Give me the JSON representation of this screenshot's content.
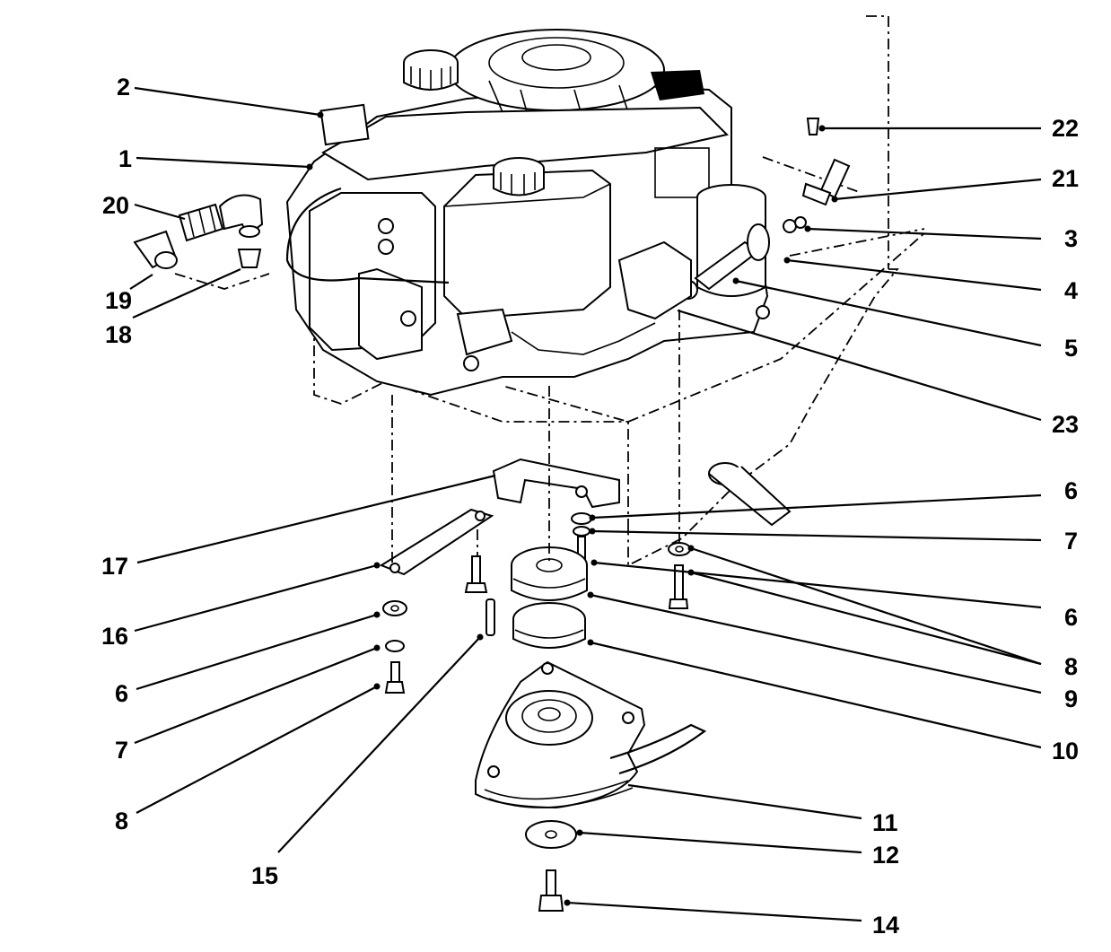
{
  "callouts": [
    {
      "id": "c1",
      "text": "1"
    },
    {
      "id": "c2",
      "text": "2"
    },
    {
      "id": "c3",
      "text": "3"
    },
    {
      "id": "c4",
      "text": "4"
    },
    {
      "id": "c5",
      "text": "5"
    },
    {
      "id": "c6a",
      "text": "6"
    },
    {
      "id": "c6b",
      "text": "6"
    },
    {
      "id": "c6c",
      "text": "6"
    },
    {
      "id": "c7a",
      "text": "7"
    },
    {
      "id": "c7b",
      "text": "7"
    },
    {
      "id": "c8a",
      "text": "8"
    },
    {
      "id": "c8b",
      "text": "8"
    },
    {
      "id": "c9",
      "text": "9"
    },
    {
      "id": "c10",
      "text": "10"
    },
    {
      "id": "c11",
      "text": "11"
    },
    {
      "id": "c12",
      "text": "12"
    },
    {
      "id": "c14",
      "text": "14"
    },
    {
      "id": "c15",
      "text": "15"
    },
    {
      "id": "c16",
      "text": "16"
    },
    {
      "id": "c17",
      "text": "17"
    },
    {
      "id": "c18",
      "text": "18"
    },
    {
      "id": "c19",
      "text": "19"
    },
    {
      "id": "c20",
      "text": "20"
    },
    {
      "id": "c21",
      "text": "21"
    },
    {
      "id": "c22",
      "text": "22"
    },
    {
      "id": "c23",
      "text": "23"
    }
  ]
}
